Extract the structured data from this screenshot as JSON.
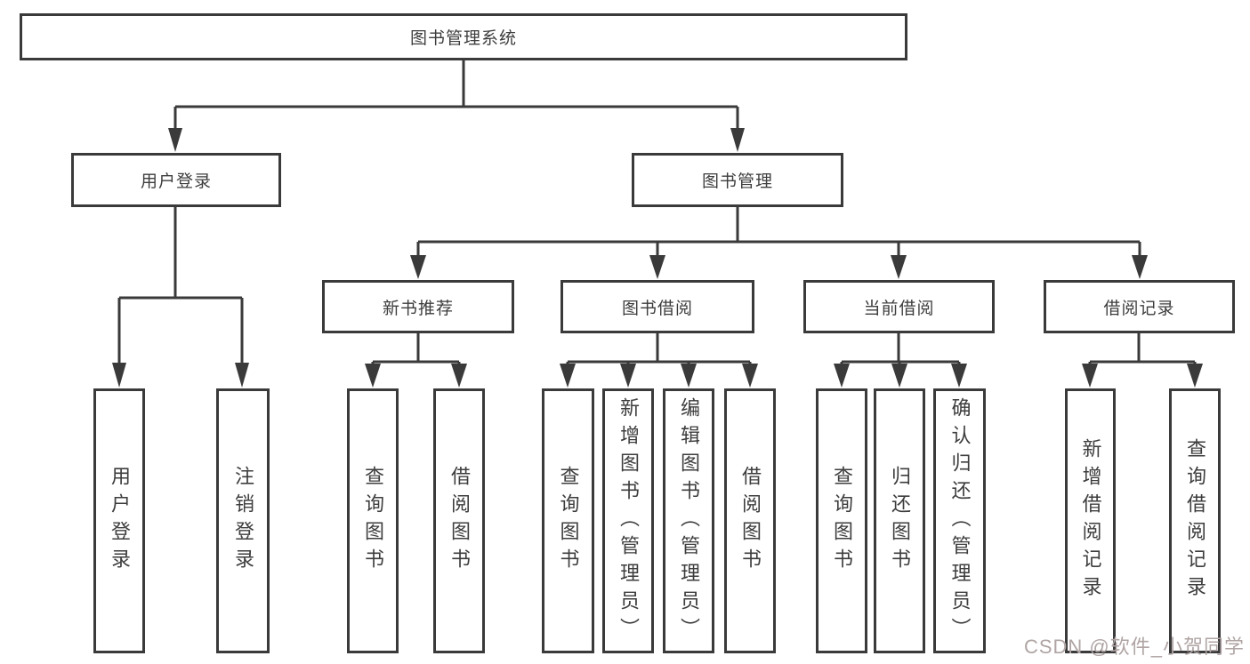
{
  "diagram": {
    "root": {
      "label": "图书管理系统"
    },
    "branches": [
      {
        "label": "用户登录",
        "children": [
          {
            "label": "用户登录"
          },
          {
            "label": "注销登录"
          }
        ]
      },
      {
        "label": "图书管理",
        "children": [
          {
            "label": "新书推荐",
            "children": [
              {
                "label": "查询图书"
              },
              {
                "label": "借阅图书"
              }
            ]
          },
          {
            "label": "图书借阅",
            "children": [
              {
                "label": "查询图书"
              },
              {
                "label": "新增图书（管理员）"
              },
              {
                "label": "编辑图书（管理员）"
              },
              {
                "label": "借阅图书"
              }
            ]
          },
          {
            "label": "当前借阅",
            "children": [
              {
                "label": "查询图书"
              },
              {
                "label": "归还图书"
              },
              {
                "label": "确认归还（管理员）"
              }
            ]
          },
          {
            "label": "借阅记录",
            "children": [
              {
                "label": "新增借阅记录"
              },
              {
                "label": "查询借阅记录"
              }
            ]
          }
        ]
      }
    ]
  },
  "watermark": {
    "text": "CSDN @软件_小贺同学"
  },
  "colors": {
    "line": "#3a3a3a",
    "text": "#3d3d3d",
    "background": "#ffffff",
    "watermark": "#b0a4a4"
  }
}
